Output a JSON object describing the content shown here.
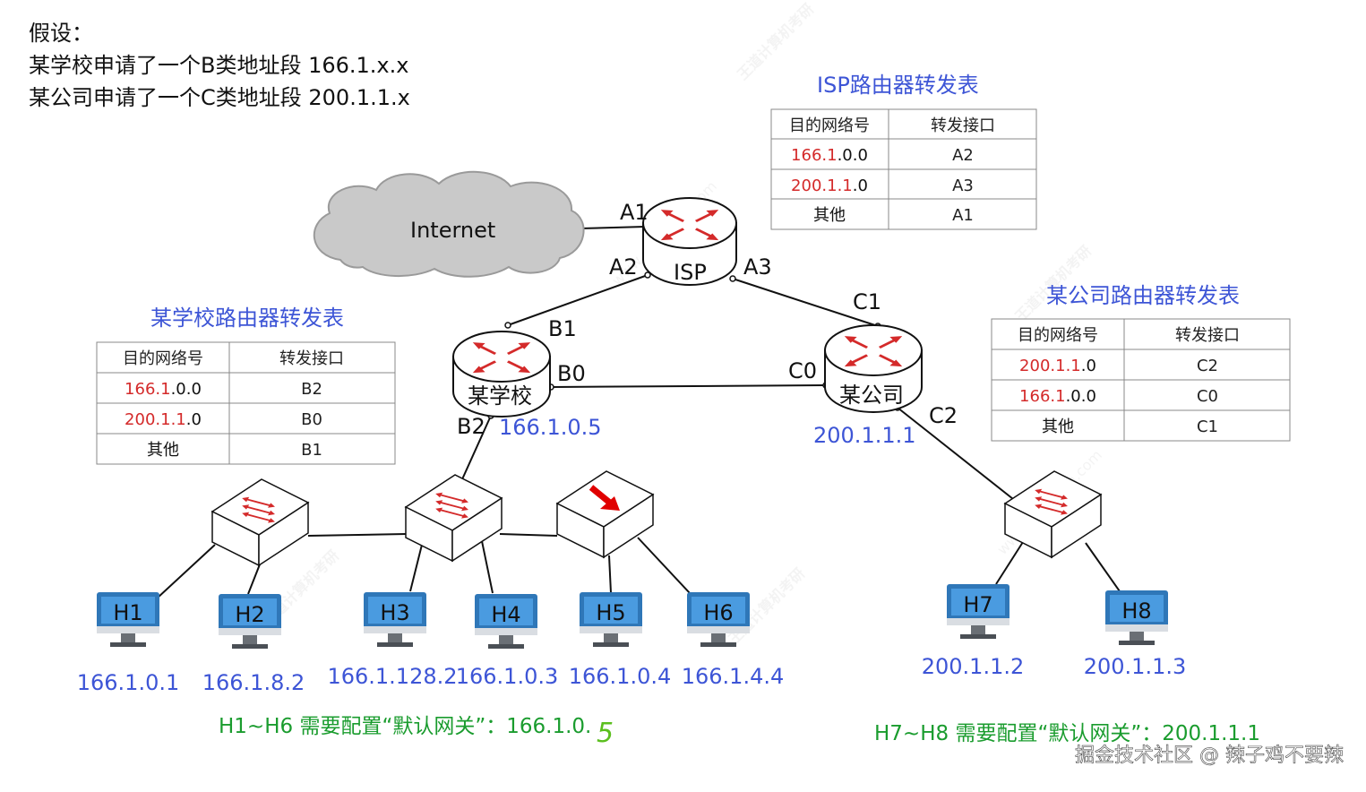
{
  "assumptions": {
    "heading": "假设：",
    "line1": "某学校申请了一个B类地址段 166.1.x.x",
    "line2": "某公司申请了一个C类地址段 200.1.1.x"
  },
  "internet": {
    "label": "Internet"
  },
  "routers": {
    "isp": {
      "label": "ISP",
      "ports": {
        "a1": "A1",
        "a2": "A2",
        "a3": "A3"
      }
    },
    "school": {
      "label": "某学校",
      "ports": {
        "b0": "B0",
        "b1": "B1",
        "b2": "B2"
      },
      "ip": "166.1.0.5"
    },
    "company": {
      "label": "某公司",
      "ports": {
        "c0": "C0",
        "c1": "C1",
        "c2": "C2"
      },
      "ip": "200.1.1.1"
    }
  },
  "tables": {
    "isp": {
      "title": "ISP路由器转发表",
      "headers": [
        "目的网络号",
        "转发接口"
      ],
      "rows": [
        {
          "net_red": "166.1",
          "net_rest": ".0.0",
          "iface": "A2"
        },
        {
          "net_red": "200.1.1",
          "net_rest": ".0",
          "iface": "A3"
        },
        {
          "net_red": "",
          "net_rest": "其他",
          "iface": "A1"
        }
      ]
    },
    "school": {
      "title": "某学校路由器转发表",
      "headers": [
        "目的网络号",
        "转发接口"
      ],
      "rows": [
        {
          "net_red": "166.1",
          "net_rest": ".0.0",
          "iface": "B2"
        },
        {
          "net_red": "200.1.1",
          "net_rest": ".0",
          "iface": "B0"
        },
        {
          "net_red": "",
          "net_rest": "其他",
          "iface": "B1"
        }
      ]
    },
    "company": {
      "title": "某公司路由器转发表",
      "headers": [
        "目的网络号",
        "转发接口"
      ],
      "rows": [
        {
          "net_red": "200.1.1",
          "net_rest": ".0",
          "iface": "C2"
        },
        {
          "net_red": "166.1",
          "net_rest": ".0.0",
          "iface": "C0"
        },
        {
          "net_red": "",
          "net_rest": "其他",
          "iface": "C1"
        }
      ]
    }
  },
  "hosts": [
    {
      "name": "H1",
      "ip": "166.1.0.1"
    },
    {
      "name": "H2",
      "ip": "166.1.8.2"
    },
    {
      "name": "H3",
      "ip": "166.1.128.2"
    },
    {
      "name": "H4",
      "ip": "166.1.0.3"
    },
    {
      "name": "H5",
      "ip": "166.1.0.4"
    },
    {
      "name": "H6",
      "ip": "166.1.4.4"
    },
    {
      "name": "H7",
      "ip": "200.1.1.2"
    },
    {
      "name": "H8",
      "ip": "200.1.1.3"
    }
  ],
  "notes": {
    "school_gateway": "H1~H6 需要配置“默认网关”：166.1.0.",
    "school_gateway_handwritten": "5",
    "company_gateway": "H7~H8 需要配置“默认网关”：200.1.1.1"
  },
  "footer": {
    "credit": "掘金技术社区 @ 辣子鸡不要辣"
  },
  "watermark": {
    "text": "王道计算机考研",
    "url": "www.cskaoyan.com"
  },
  "colors": {
    "blue_label": "#3d55d6",
    "green_note": "#1a9c2e",
    "red_prefix": "#d42a2a",
    "router_arrow": "#d42a2a",
    "monitor": "#2f77b8"
  }
}
